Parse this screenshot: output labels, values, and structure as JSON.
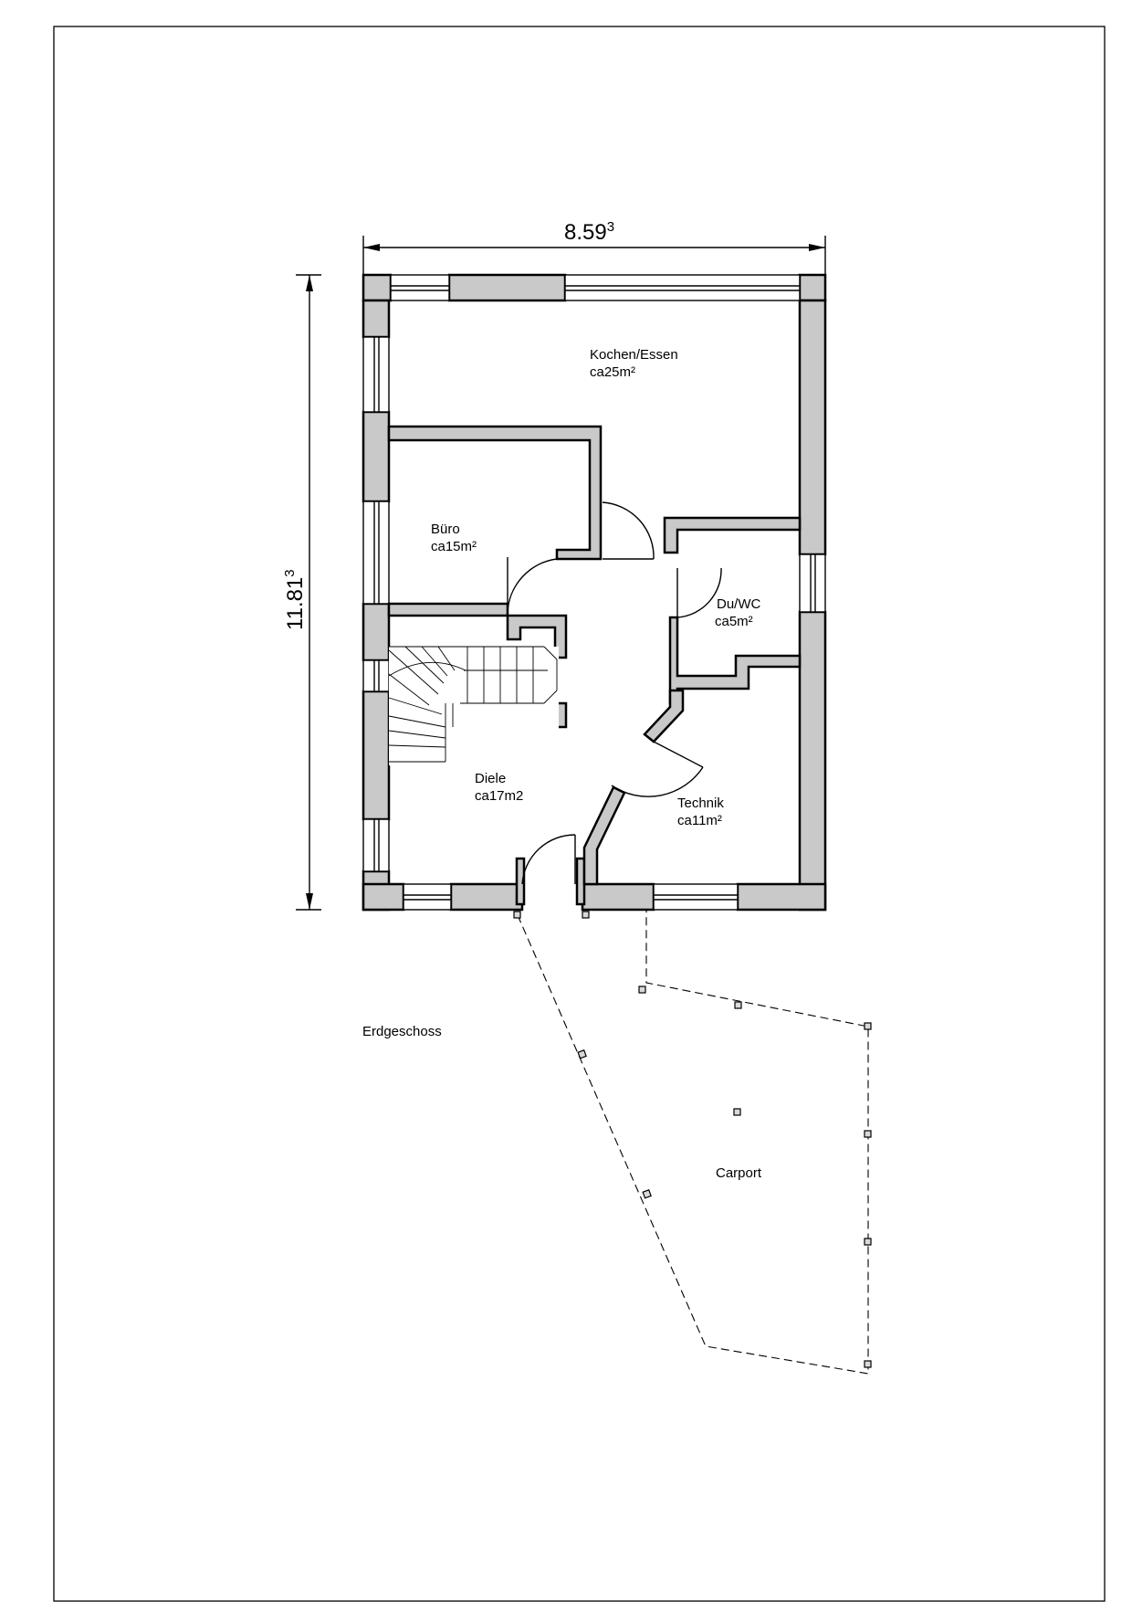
{
  "dimensions": {
    "width_main": "8.59",
    "width_sup": "3",
    "depth_main": "11.81",
    "depth_sup": "3"
  },
  "rooms": {
    "kochen": {
      "name": "Kochen/Essen",
      "area": "ca25m²"
    },
    "buero": {
      "name": "Büro",
      "area": "ca15m²"
    },
    "duwc": {
      "name": "Du/WC",
      "area": "ca5m²"
    },
    "diele": {
      "name": "Diele",
      "area": "ca17m2"
    },
    "technik": {
      "name": "Technik",
      "area": "ca11m²"
    }
  },
  "floor_label": "Erdgeschoss",
  "carport_label": "Carport"
}
